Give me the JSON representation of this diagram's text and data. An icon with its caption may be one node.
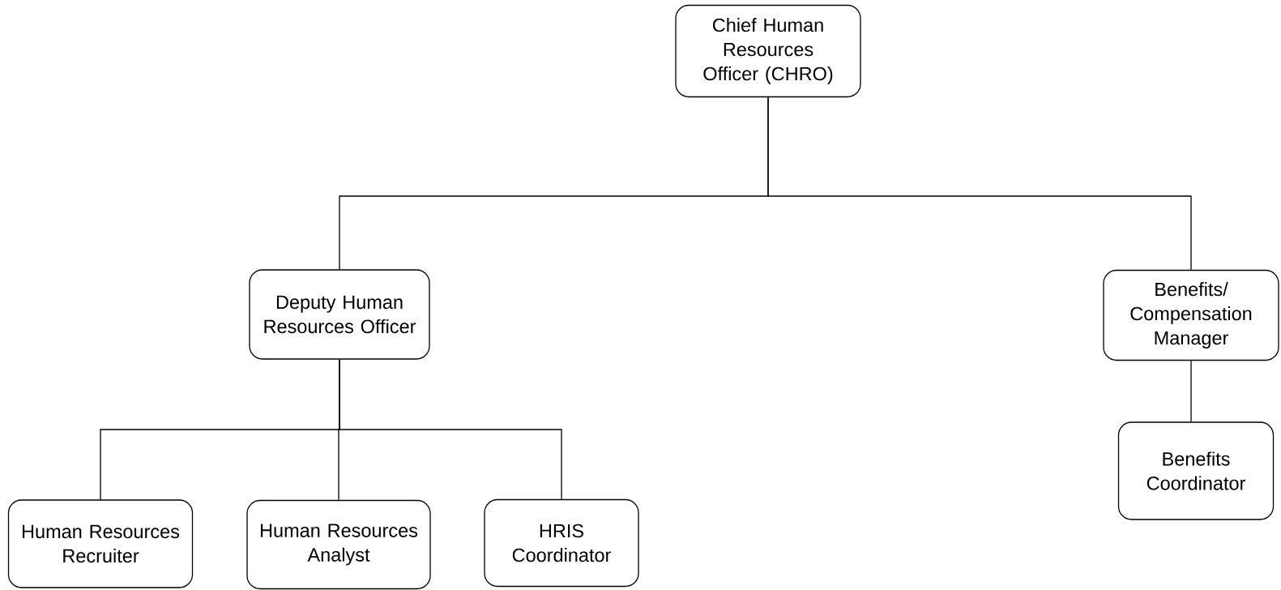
{
  "diagram": {
    "nodes": [
      {
        "text": [
          "Chief Human Resources Officer (CHRO)"
        ]
      },
      {
        "text": [
          "Deputy Human Resources Officer"
        ]
      },
      {
        "text": [
          "Benefits/ Compensation Manager"
        ]
      },
      {
        "text": [
          "Human Resources Recruiter"
        ]
      },
      {
        "text": [
          "Human Resources Analyst"
        ]
      },
      {
        "text": [
          "HRIS Coordinator"
        ]
      },
      {
        "text": [
          "Benefits Coordinator"
        ]
      }
    ],
    "edges": [
      {
        "from": 0,
        "to": 1,
        "arrow": "none"
      },
      {
        "from": 0,
        "to": 2,
        "arrow": "none"
      },
      {
        "from": 1,
        "to": 3,
        "arrow": "none"
      },
      {
        "from": 1,
        "to": 4,
        "arrow": "none"
      },
      {
        "from": 1,
        "to": 5,
        "arrow": "none"
      },
      {
        "from": 2,
        "to": 6,
        "arrow": "none"
      }
    ]
  }
}
